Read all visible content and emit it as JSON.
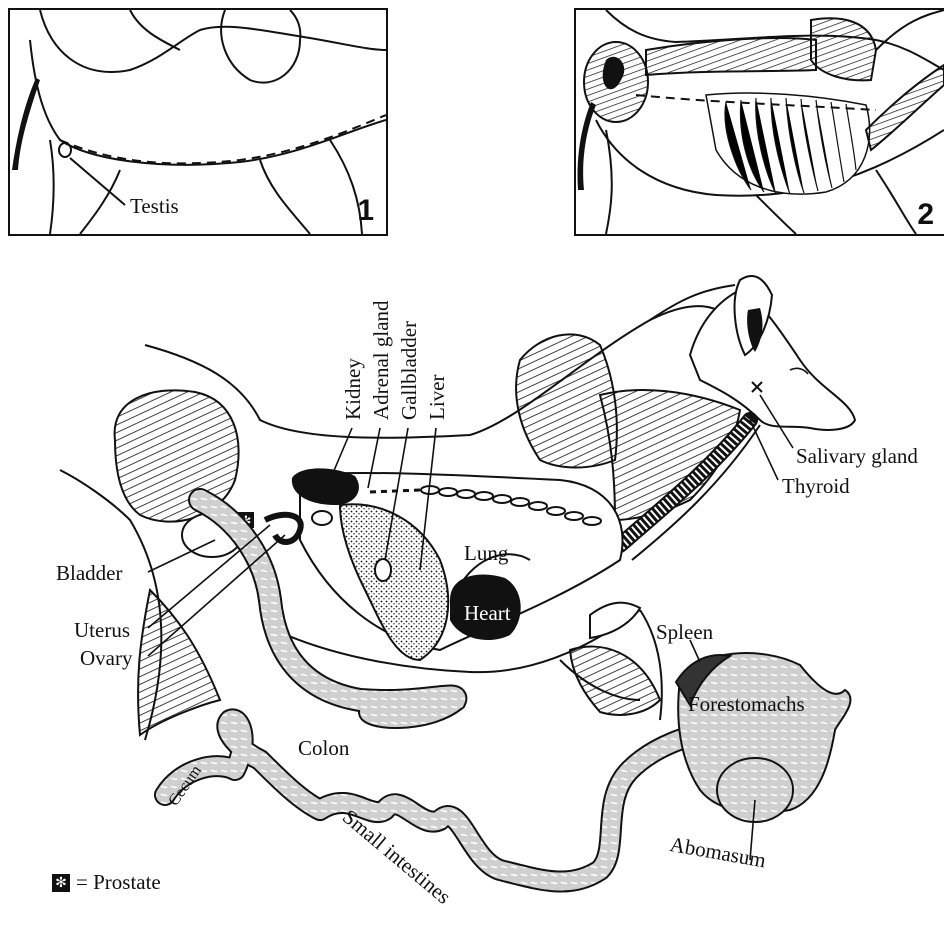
{
  "panels": {
    "panel1": {
      "number": "1",
      "label_testis": "Testis"
    },
    "panel2": {
      "number": "2"
    }
  },
  "labels": {
    "kidney": "Kidney",
    "adrenal_gland": "Adrenal gland",
    "gallbladder": "Gallbladder",
    "liver": "Liver",
    "salivary_gland": "Salivary gland",
    "thyroid": "Thyroid",
    "lung": "Lung",
    "heart": "Heart",
    "bladder": "Bladder",
    "uterus": "Uterus",
    "ovary": "Ovary",
    "spleen": "Spleen",
    "forestomachs": "Forestomachs",
    "colon": "Colon",
    "cecum": "Cecum",
    "small_intestines": "Small intestines",
    "abomasum": "Abomasum"
  },
  "legend": {
    "symbol": "✻",
    "text": "= Prostate"
  },
  "colors": {
    "ink": "#111111",
    "organ_fill": "#d8d8d8",
    "paper": "#ffffff"
  }
}
